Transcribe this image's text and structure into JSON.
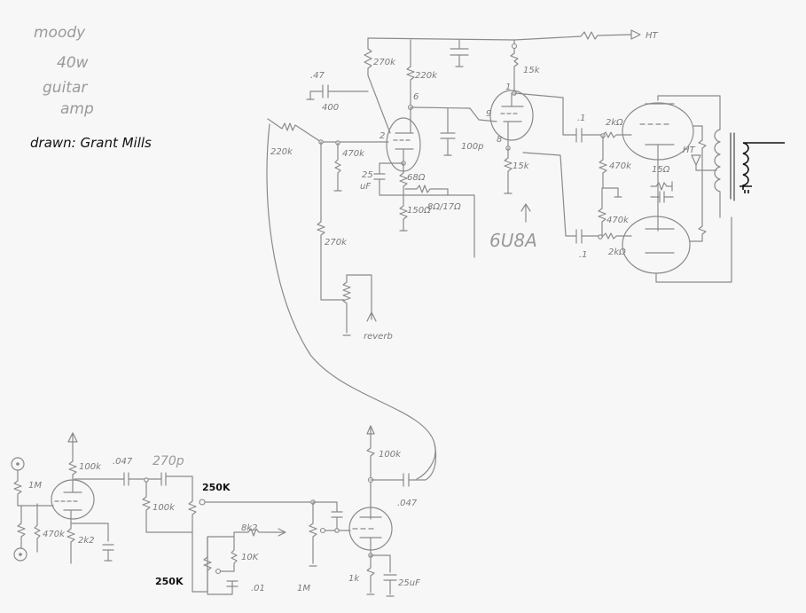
{
  "title": {
    "line1": "moody",
    "line2": "40w",
    "line3": "guitar",
    "line4": "amp",
    "drawn_by": "drawn: Grant Mills"
  },
  "power_section": {
    "ht_label": "HT",
    "r_270k": "270k",
    "r_220k_plate": "220k",
    "c_47": ".47",
    "c_400": "400",
    "r_220k_in": "220k",
    "r_470k": "470k",
    "pin_2": "2",
    "pin_6": "6",
    "c_25uf_a": "25",
    "c_25uf_b": "uF",
    "r_68": "68Ω",
    "r_150": "150Ω",
    "fb_label": "8Ω/17Ω",
    "c_100p": "100p",
    "pin_9": "9",
    "pin_1": "1",
    "pin_8": "8",
    "r_15k_top": "15k",
    "r_15k_bot": "15k",
    "tube_type": "6U8A",
    "r_270k_lower": "270k",
    "reverb_label": "reverb",
    "c_1_top": ".1",
    "c_1_bot": ".1",
    "r_2k_top": "2kΩ",
    "r_2k_bot": "2kΩ",
    "r_470k_a": "470k",
    "r_470k_b": "470k",
    "ht_tap": "HT",
    "r_15_screen": "15Ω"
  },
  "preamp_section": {
    "r_1m_input": "1M",
    "r_470k_input": "470k",
    "r_100k_plate": "100k",
    "r_2k2": "2k2",
    "c_047": ".047",
    "c_270p": "270p",
    "r_100k": "100k",
    "pot_250k_a": "250K",
    "pot_250k_b": "250K",
    "r_8k2": "8k2",
    "r_10k": "10K",
    "c_01": ".01",
    "r_1m": "1M",
    "r_100k_v2": "100k",
    "c_047_out": ".047",
    "r_1k": "1k",
    "c_25uf": "25uF"
  }
}
